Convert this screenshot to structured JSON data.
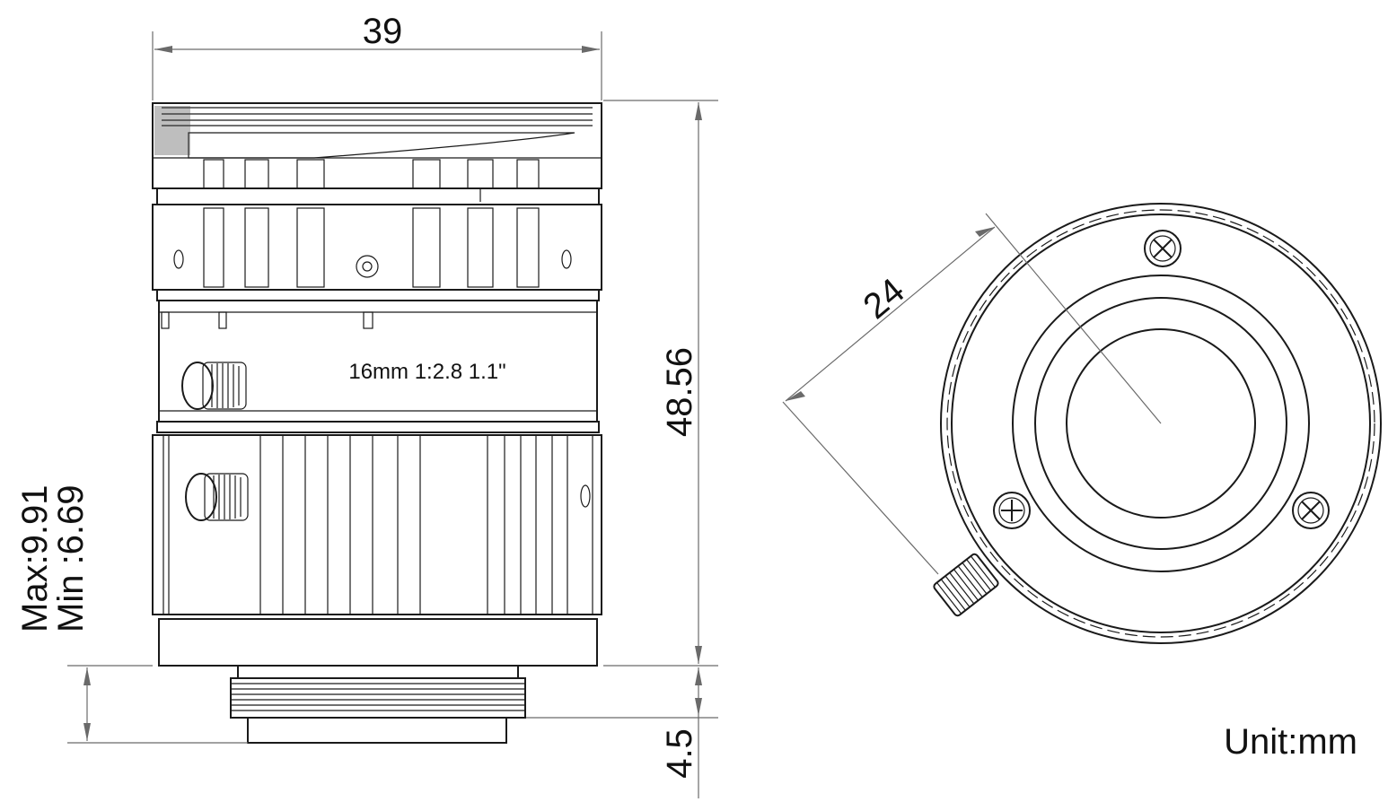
{
  "dimensions": {
    "width": "39",
    "height": "48.56",
    "diameter": "24",
    "mount_length": "4.5",
    "back_focus_max": "Max:9.91",
    "back_focus_min": "Min :6.69"
  },
  "lens_marking": "16mm 1:2.8 1.1\"",
  "unit_label": "Unit:mm"
}
